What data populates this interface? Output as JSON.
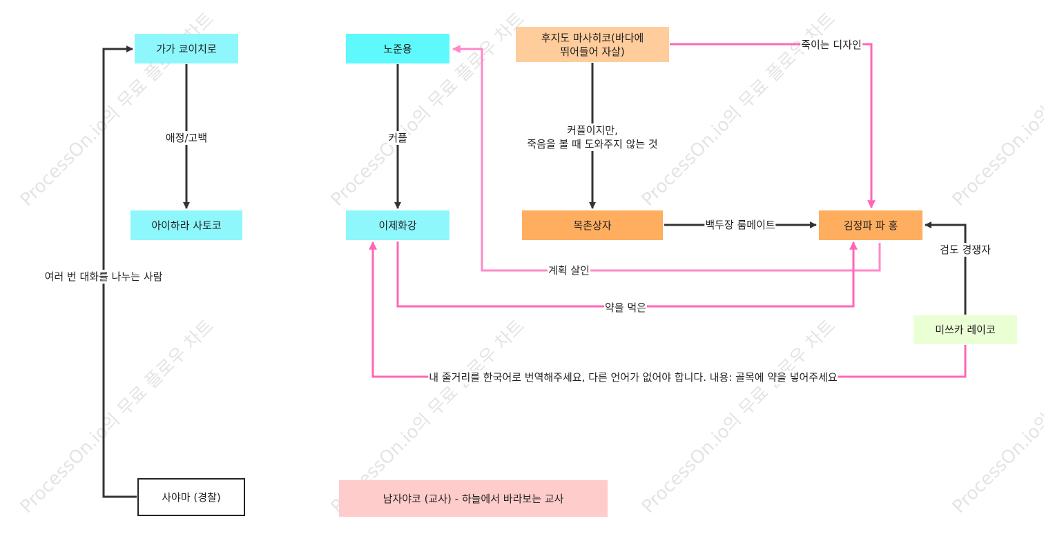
{
  "colors": {
    "cyan_light": "#8df7fb",
    "cyan": "#5ef9fc",
    "orange_light": "#ffcc9c",
    "orange": "#ffae5f",
    "green_light": "#ebffd5",
    "pink_light": "#ffcccc",
    "edge_dark": "#333333",
    "edge_pink": "#ff66b5",
    "edge_pink_light": "#ff88c8"
  },
  "nodes": {
    "gaga": "가가 쿄이치로",
    "aihara": "아이하라 사토코",
    "sayama": "사야마 (경찰)",
    "nojunyong": "노준용",
    "ijehwagang": "이제화강",
    "fujido": "후지도 마사히코(바다에\n뛰어들어 자살)",
    "mokchon": "목촌상자",
    "kimjeongpa": "김정파 파 홍",
    "misseuka": "미쓰카 레이코",
    "namjayako": "남자야코 (교사) - 하늘에서 바라보는 교사"
  },
  "edge_labels": {
    "affection": "애정/고백",
    "conversation": "여러 번 대화를 나누는 사람",
    "couple": "커플",
    "couple_no_help": "커플이지만,\n죽음을 볼 때 도와주지 않는 것",
    "killing_design": "죽이는 디자인",
    "roommate": "백두장 룸메이트",
    "kendo_rival": "검도 경쟁자",
    "planned_murder": "계획 살인",
    "took_drug": "약을 먹은",
    "translate_note": "내 줄거리를 한국어로 번역해주세요, 다른 언어가 없어야 합니다. 내용: 골목에 약을 넣어주세요"
  },
  "watermark": "ProcessOn.io의 무료 플로우 차트"
}
